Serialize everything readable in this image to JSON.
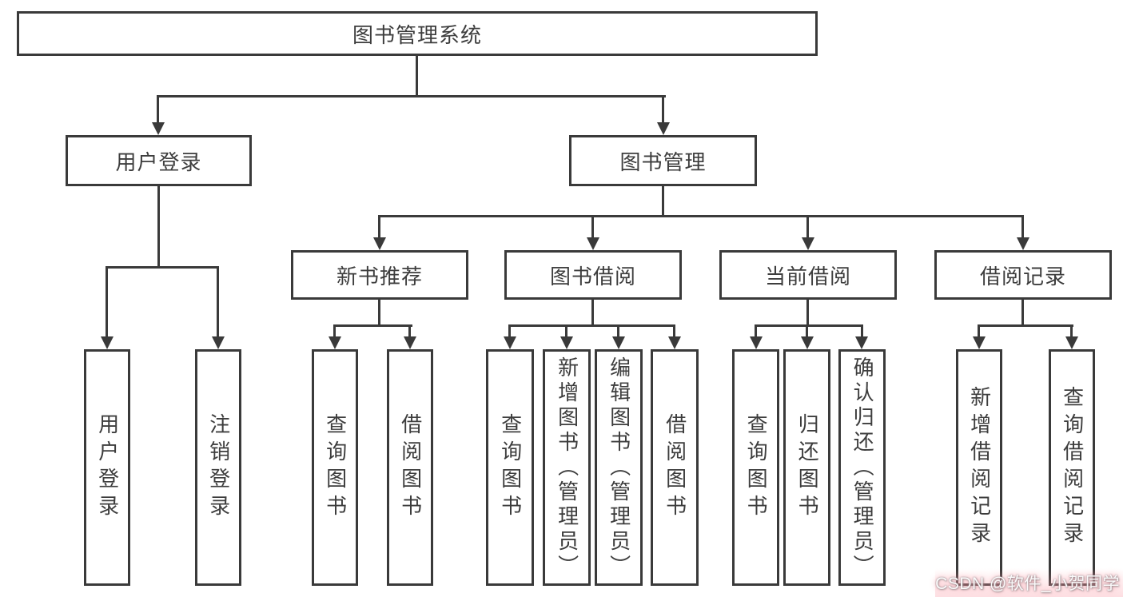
{
  "colors": {
    "line": "#3a3a3a",
    "text": "#3d3d3d",
    "box_background": "#ffffff",
    "watermark_pink": "#f8a8b2"
  },
  "tree": {
    "root": {
      "label": "图书管理系统"
    },
    "user": {
      "label": "用户登录",
      "children": [
        {
          "label": "用户登录"
        },
        {
          "label": "注销登录"
        }
      ]
    },
    "management": {
      "label": "图书管理",
      "sections": [
        {
          "label": "新书推荐",
          "children": [
            {
              "label": "查询图书"
            },
            {
              "label": "借阅图书"
            }
          ]
        },
        {
          "label": "图书借阅",
          "children": [
            {
              "label": "查询图书"
            },
            {
              "label": "新增图书（管理员）"
            },
            {
              "label": "编辑图书（管理员）"
            },
            {
              "label": "借阅图书"
            }
          ]
        },
        {
          "label": "当前借阅",
          "children": [
            {
              "label": "查询图书"
            },
            {
              "label": "归还图书"
            },
            {
              "label": "确认归还（管理员）"
            }
          ]
        },
        {
          "label": "借阅记录",
          "children": [
            {
              "label": "新增借阅记录"
            },
            {
              "label": "查询借阅记录"
            }
          ]
        }
      ]
    }
  },
  "watermark": {
    "text": "CSDN @软件_小贺同学"
  }
}
